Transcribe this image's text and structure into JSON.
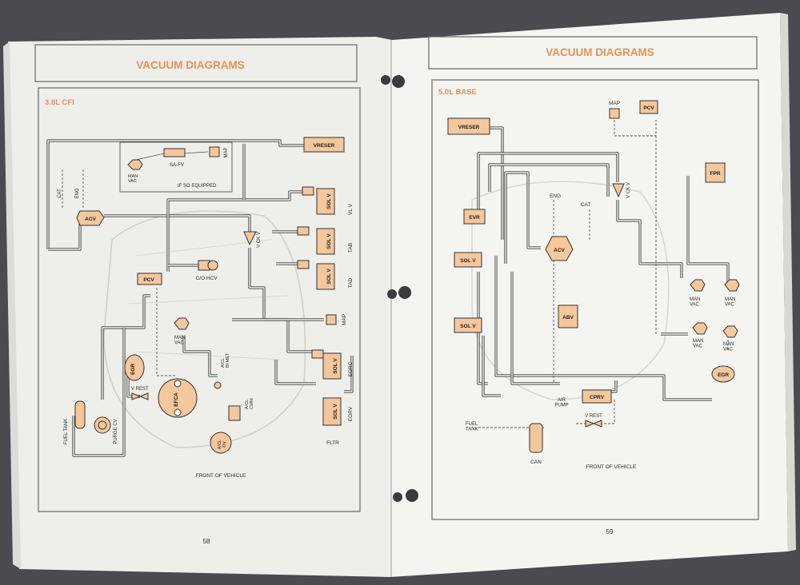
{
  "left_page": {
    "header": "VACUUM DIAGRAMS",
    "section": "3.8L CFI",
    "page_number": "58",
    "labels": {
      "vreser": "VRESER",
      "sol_v_1": "SOL V",
      "sol_v_2": "SOL V",
      "sol_v_3": "SOL V",
      "sol_v_4": "SOL V",
      "sol_v_5": "SOL V",
      "vl_v": "VL V",
      "tab": "TAB",
      "tad": "TAD",
      "map_top": "MAP",
      "map_right": "MAP",
      "sa_fv": "SA-FV",
      "man_vac_inset": "MAN\nVAC",
      "if_so_equipped": "IF SO EQUIPPED",
      "cat": "CAT",
      "eng": "ENG",
      "acv": "ACV",
      "v_ck_v": "V CK V",
      "co_hcv": "C/O HCV",
      "pcv": "PCV",
      "man_vac": "MAN\nVAC",
      "egr": "EGR",
      "egrc": "EGRC",
      "egrv": "EGRV",
      "fltr": "FLTR",
      "v_rest": "V REST",
      "efca": "EFCA",
      "acl_bi_met": "A/CL\nBI MET",
      "acl_cwm": "A/CL\nCWM",
      "acl_dv": "A/CL\nDV",
      "fuel_tank": "FUEL TANK",
      "purge_cv": "PURGE CV",
      "front_of_vehicle": "FRONT OF VEHICLE"
    }
  },
  "right_page": {
    "header": "VACUUM DIAGRAMS",
    "section": "5.0L BASE",
    "page_number": "59",
    "labels": {
      "vreser": "VRESER",
      "map": "MAP",
      "pcv": "PCV",
      "fpr": "FPR",
      "evr": "EVR",
      "eng": "ENG",
      "cat": "CAT",
      "v_ck_v": "V CK V",
      "sol_v_1": "SOL V",
      "sol_v_2": "SOL V",
      "acv": "ACV",
      "abv": "ABV",
      "man_vac_1": "MAN\nVAC",
      "man_vac_2": "MAN\nVAC",
      "man_vac_3": "MAN\nVAC",
      "man_vac_4": "MAN\nVAC",
      "egr": "EGR",
      "air_pump": "AIR\nPUMP",
      "cprv": "CPRV",
      "v_rest": "V REST",
      "fuel_tank": "FUEL\nTANK",
      "can": "CAN",
      "front_of_vehicle": "FRONT OF VEHICLE"
    }
  },
  "colors": {
    "component_fill": "#f5c79c",
    "header_text": "#e3935a",
    "paper": "#f7f7f4",
    "background": "#4a4b4f"
  }
}
